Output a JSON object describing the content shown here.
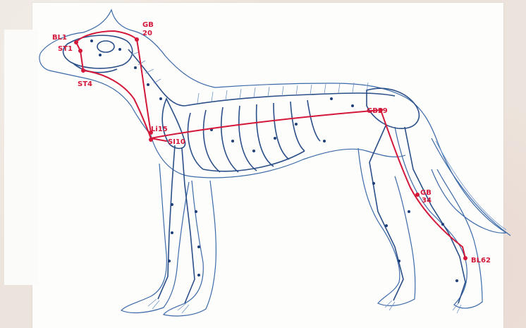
{
  "figure": {
    "subject": "dog-skeleton-acupuncture-chart",
    "line_color": "#2b4f88",
    "meridian_color": "#d3183a",
    "labels": {
      "bl1": "BL1",
      "st1": "ST1",
      "st4": "ST4",
      "gb": "GB",
      "gb_20": "20",
      "li15": "Li15",
      "si10": "SI10",
      "gb29": "GB29",
      "gb34a": "GB",
      "gb34b": "34",
      "bl62": "BL62"
    }
  }
}
